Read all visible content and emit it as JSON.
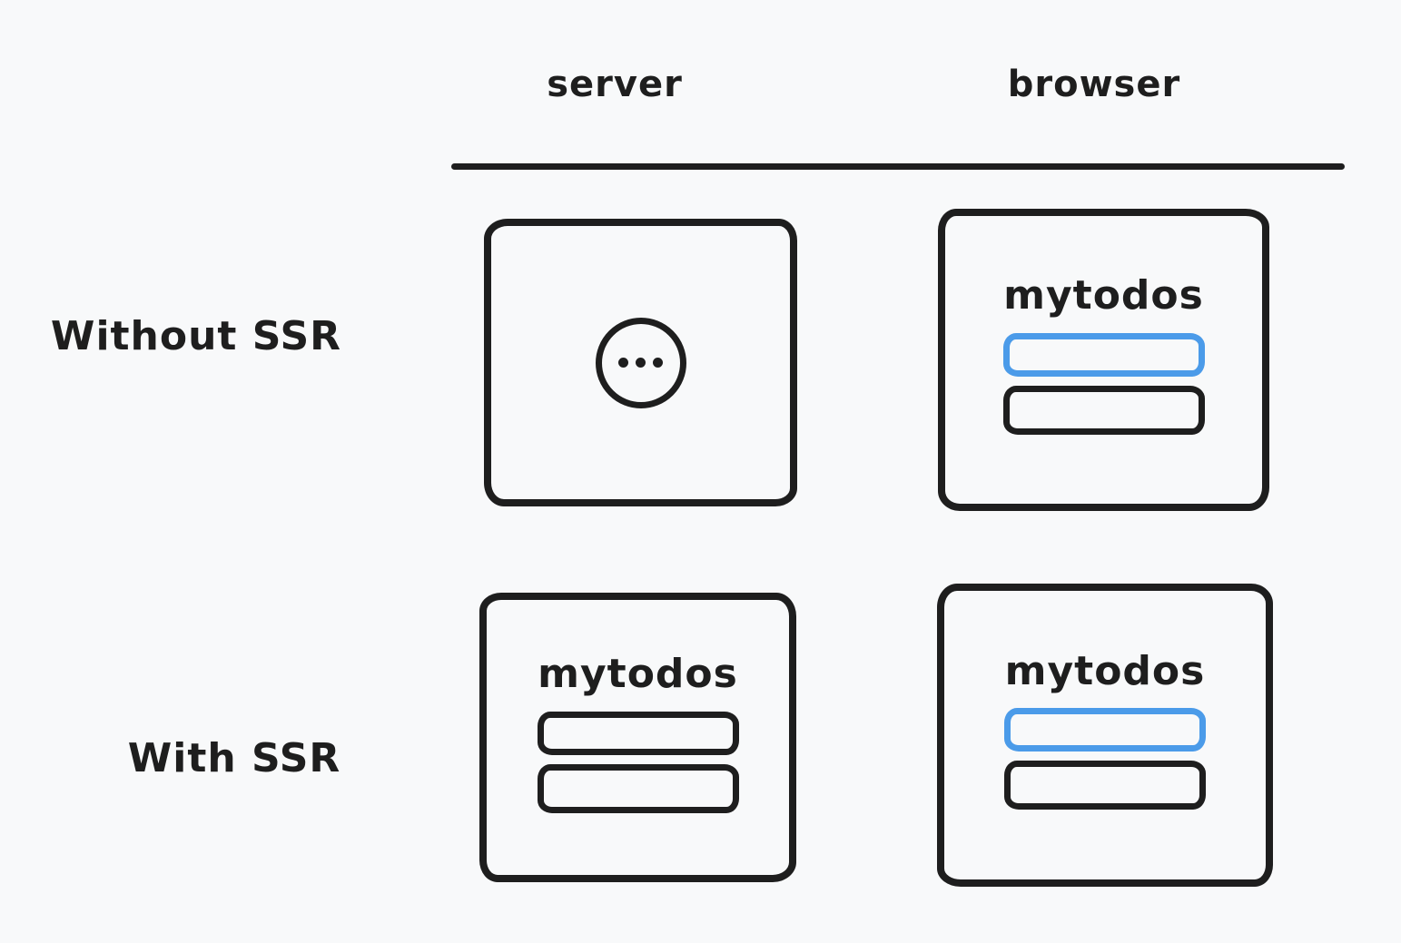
{
  "diagram": {
    "columns": [
      {
        "label": "server"
      },
      {
        "label": "browser"
      }
    ],
    "rows": [
      {
        "label": "Without SSR"
      },
      {
        "label": "With SSR"
      }
    ],
    "cells": {
      "without_ssr_server": {
        "icon": "ellipsis-loading-icon"
      },
      "without_ssr_browser": {
        "title": "mytodos",
        "items": [
          "highlighted-blue-bar",
          "black-bar"
        ]
      },
      "with_ssr_server": {
        "title": "mytodos",
        "items": [
          "black-bar",
          "black-bar"
        ]
      },
      "with_ssr_browser": {
        "title": "mytodos",
        "items": [
          "highlighted-blue-bar",
          "black-bar"
        ]
      }
    }
  },
  "colors": {
    "background": "#f8f9fa",
    "stroke": "#1e1e1e",
    "accent_blue": "#4b9be9"
  }
}
